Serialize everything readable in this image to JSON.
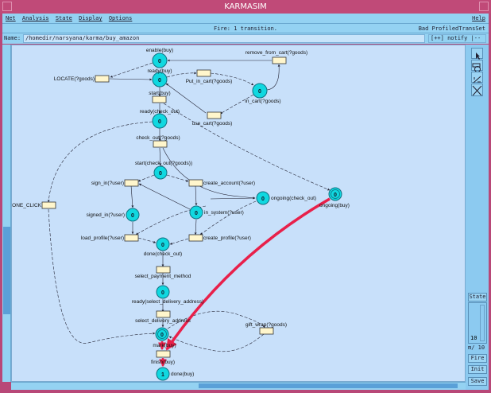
{
  "window": {
    "title": "KARMASIM"
  },
  "menu": {
    "items": [
      "Net",
      "Analysis",
      "State",
      "Display",
      "Options"
    ],
    "help": "Help"
  },
  "status": {
    "message": "Fire: 1 transition.",
    "right": "Bad ProfiledTransSet"
  },
  "name": {
    "label": "Name:",
    "value": "/homedir/narsyana/karma/buy_amazon",
    "notify": "[++] notify |--"
  },
  "panel": {
    "state_label": "State",
    "state_value": "10",
    "max_label": "m/ 10",
    "fire": "Fire",
    "init": "Init",
    "save": "Save",
    "tools": [
      "pointer-icon",
      "place-tool-icon",
      "transition-tool-icon",
      "delete-icon"
    ]
  },
  "highlight_color": "#e8204a",
  "places": [
    {
      "id": "enable_buy",
      "label": "enable(buy)",
      "tokens": "0"
    },
    {
      "id": "ready_buy",
      "label": "ready(buy)",
      "tokens": "0"
    },
    {
      "id": "in_cart",
      "label": "in_cart(?goods)",
      "tokens": "0"
    },
    {
      "id": "ready_check_out",
      "label": "ready(check_out)",
      "tokens": "0"
    },
    {
      "id": "start_check_out",
      "label": "start(check_out(?goods))",
      "tokens": "0"
    },
    {
      "id": "signed_in",
      "label": "signed_in(?user)",
      "tokens": "0"
    },
    {
      "id": "in_system",
      "label": "in_system(?user)",
      "tokens": "0"
    },
    {
      "id": "ongoing_check_out",
      "label": "ongoing(check_out)",
      "tokens": "0"
    },
    {
      "id": "ongoing_buy",
      "label": "ongoing(buy)",
      "tokens": "0"
    },
    {
      "id": "done_check_out",
      "label": "done(check_out)",
      "tokens": "0"
    },
    {
      "id": "ready_sda",
      "label": "ready(select_delivery_address)",
      "tokens": "0"
    },
    {
      "id": "mark",
      "label": "mark(buy)",
      "tokens": "0"
    },
    {
      "id": "done_buy",
      "label": "done(buy)",
      "tokens": "1"
    }
  ],
  "transitions": [
    {
      "id": "remove_from_cart",
      "label": "remove_from_cart(?goods)"
    },
    {
      "id": "locate",
      "label": "LOCATE(?goods)"
    },
    {
      "id": "put_in_cart",
      "label": "Put_in_cart(?goods)"
    },
    {
      "id": "start_buy",
      "label": "start(buy)"
    },
    {
      "id": "use_cart",
      "label": "use_cart(?goods)"
    },
    {
      "id": "check_out",
      "label": "check_out(?goods)"
    },
    {
      "id": "sign_in",
      "label": "sign_in(?user)"
    },
    {
      "id": "create_account",
      "label": "create_account(?user)"
    },
    {
      "id": "one_click",
      "label": "ONE_CLICK"
    },
    {
      "id": "load_profile",
      "label": "load_profile(?user)"
    },
    {
      "id": "create_profile",
      "label": "create_profile(?user)"
    },
    {
      "id": "select_payment_method",
      "label": "select_payment_method"
    },
    {
      "id": "select_delivery_address",
      "label": "select_delivery_address"
    },
    {
      "id": "gift_wrap",
      "label": "gift_wrap(?goods)"
    },
    {
      "id": "finish_buy",
      "label": "finish(buy)"
    }
  ]
}
